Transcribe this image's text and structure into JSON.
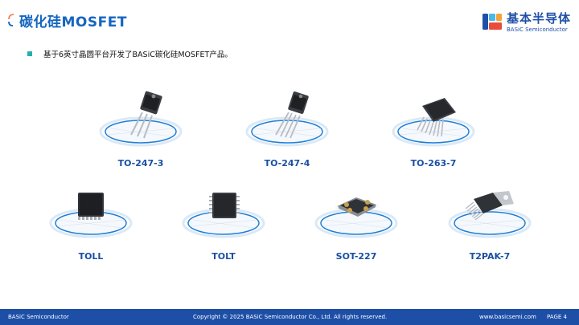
{
  "header": {
    "title": "碳化硅MOSFET",
    "logo_cn": "基本半导体",
    "logo_en": "BASiC Semiconductor"
  },
  "body": {
    "bullet": "基于6英寸晶圆平台开发了BASiC碳化硅MOSFET产品。"
  },
  "products": [
    {
      "label": "TO-247-3",
      "icon": "to-247-3-package"
    },
    {
      "label": "TO-247-4",
      "icon": "to-247-4-package"
    },
    {
      "label": "TO-263-7",
      "icon": "to-263-7-package"
    },
    {
      "label": "TOLL",
      "icon": "toll-package"
    },
    {
      "label": "TOLT",
      "icon": "tolt-package"
    },
    {
      "label": "SOT-227",
      "icon": "sot-227-package"
    },
    {
      "label": "T2PAK-7",
      "icon": "t2pak-7-package"
    }
  ],
  "footer": {
    "left": "BASiC Semiconductor",
    "center": "Copyright © 2025 BASiC Semiconductor Co., Ltd. All rights reserved.",
    "website": "www.basicsemi.com",
    "page": "PAGE 4"
  },
  "colors": {
    "title": "#1565c0",
    "label": "#1a4fa3",
    "bullet": "#22b0a8",
    "footer_bg": "#1d4fa6"
  }
}
